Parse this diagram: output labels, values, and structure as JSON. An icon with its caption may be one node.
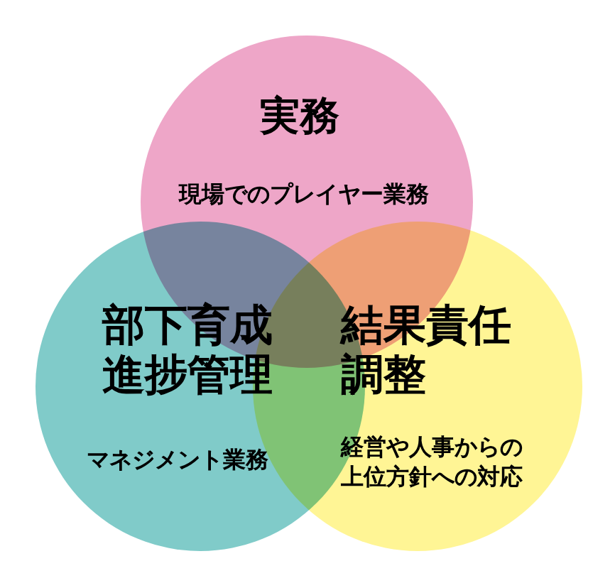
{
  "diagram": {
    "nodes": [
      {
        "text": [
          "実務",
          "現場でのプレイヤー業務"
        ]
      },
      {
        "text": [
          "部下育成進捗管理",
          "マネジメント業務"
        ]
      },
      {
        "text": [
          "結果責任調整",
          "経営や人事からの上位方針への対応"
        ]
      }
    ]
  }
}
